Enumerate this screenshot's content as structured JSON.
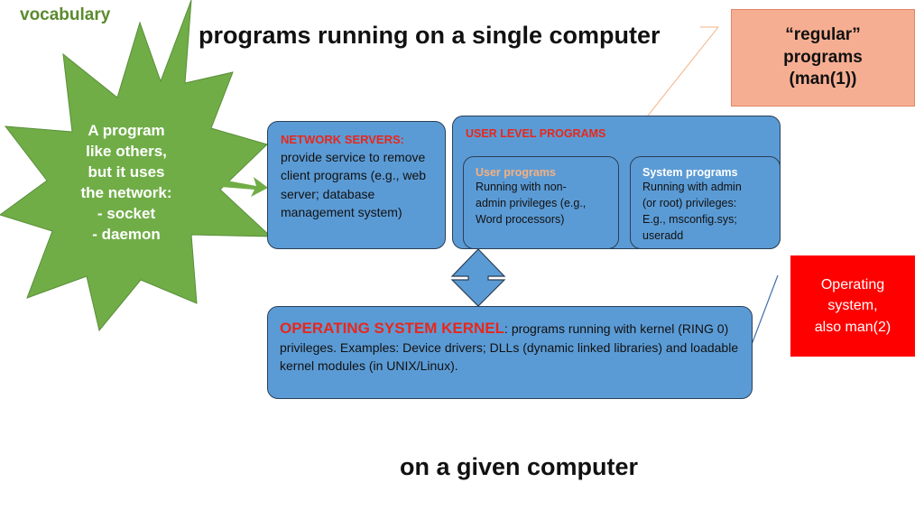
{
  "header": {
    "vocabulary_label": "vocabulary",
    "title": "programs running on a single computer"
  },
  "star_callout": {
    "text": "A program\nlike others,\nbut it uses\nthe network:\n- socket\n- daemon"
  },
  "regular_programs": {
    "text": "“regular”\nprograms\n(man(1))"
  },
  "operating_system_note": {
    "text": "Operating\nsystem,\nalso man(2)"
  },
  "network_servers": {
    "title": "NETWORK SERVERS:",
    "body": "provide service to remove client programs (e.g., web server; database management system)"
  },
  "user_level_programs": {
    "title": "USER LEVEL PROGRAMS",
    "user_programs": {
      "title": "User programs",
      "body": "Running with non-\nadmin privileges (e.g.,\nWord processors)"
    },
    "system_programs": {
      "title": "System programs",
      "body": "Running with admin\n(or root) privileges:\nE.g., msconfig.sys;\nuseradd"
    }
  },
  "kernel": {
    "title": "OPERATING SYSTEM KERNEL",
    "colon": ":",
    "lead": " programs running with kernel",
    "body": "(RING 0) privileges. Examples: Device drivers; DLLs (dynamic linked libraries) and loadable kernel modules (in UNIX/Linux)."
  },
  "footer": {
    "text": "on a given computer"
  },
  "colors": {
    "star_fill": "#70ad47",
    "panel_fill": "#5b9bd5",
    "accent_red": "#e8271b",
    "regular_box": "#f6ae92",
    "os_box": "#ff0000",
    "user_programs_title": "#f4b183",
    "system_programs_title": "#ffffff"
  }
}
